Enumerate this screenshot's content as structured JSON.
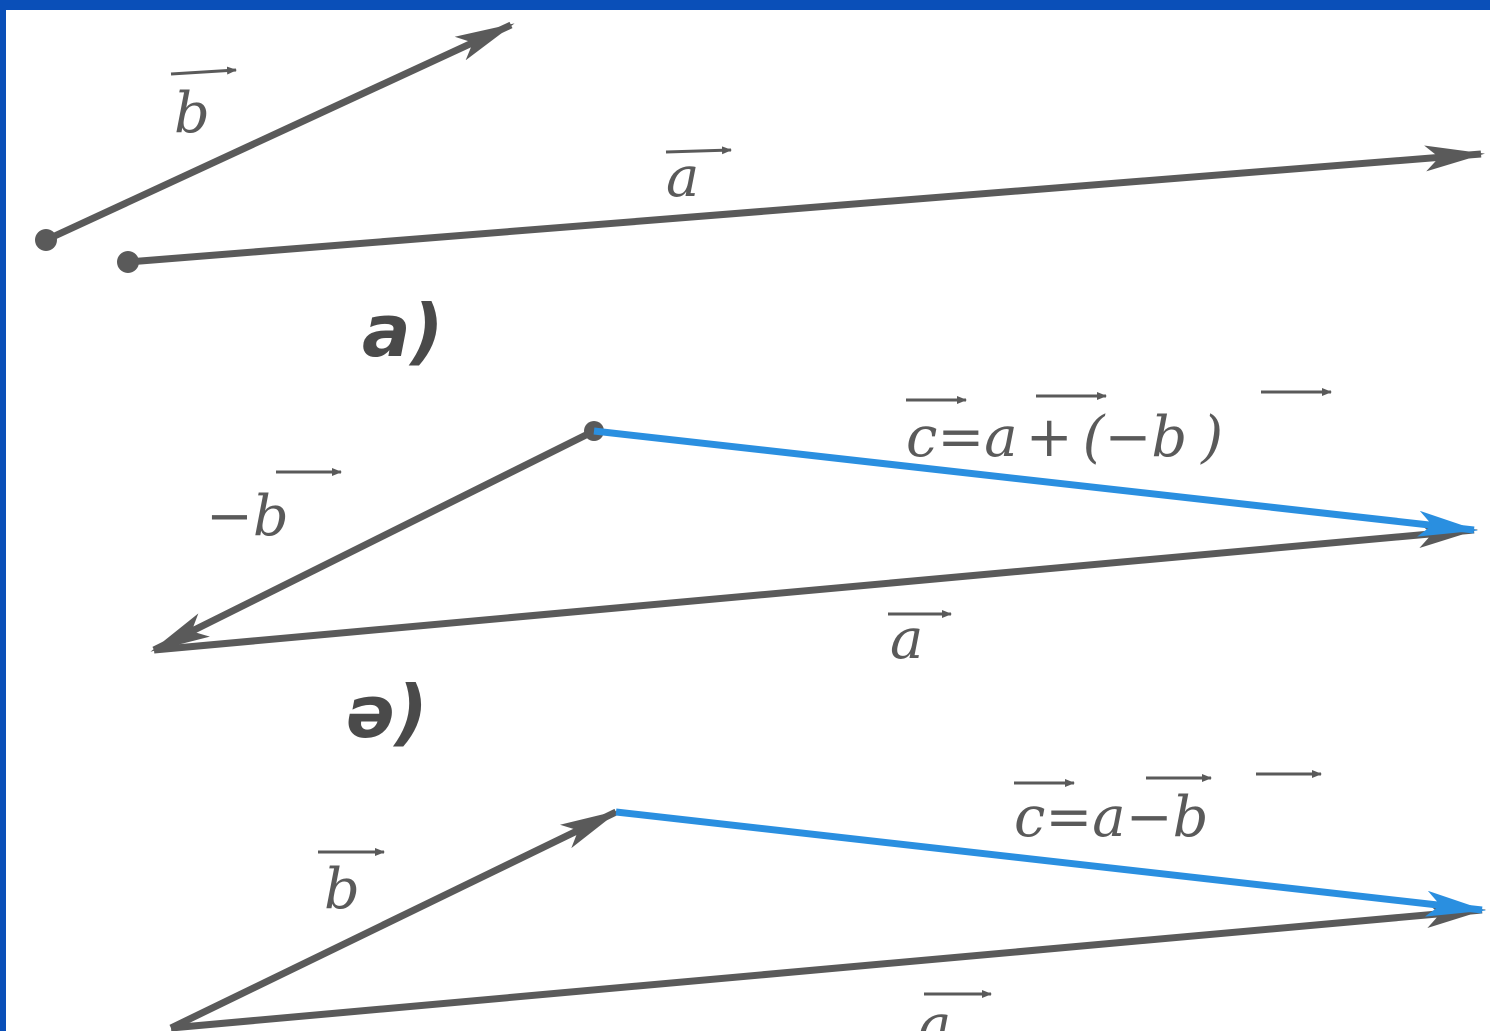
{
  "colors": {
    "frame": "#0a4fb8",
    "vector": "#5a5a5a",
    "result": "#2a8fe0"
  },
  "parts": {
    "a": {
      "label": "a)",
      "vec_b": "b",
      "vec_a": "a"
    },
    "b": {
      "label": "ə)",
      "vec_neg_b": "−b",
      "vec_a": "a",
      "eq_c": "c",
      "eq_eq": "=",
      "eq_a": "a",
      "eq_plus": "+",
      "eq_open": "(",
      "eq_minus": "−",
      "eq_b": "b",
      "eq_close": ")"
    },
    "c": {
      "vec_b": "b",
      "vec_a": "a",
      "eq_c": "c",
      "eq_eq": "=",
      "eq_a": "a",
      "eq_minus": "−",
      "eq_b": "b"
    }
  }
}
